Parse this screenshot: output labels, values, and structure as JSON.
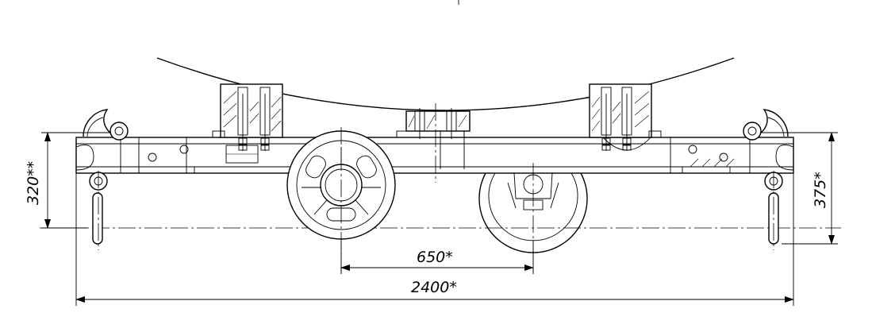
{
  "drawing": {
    "dimensions": {
      "wheel_base": "650*",
      "overall_length": "2400*",
      "left_height": "320**",
      "right_height": "375*"
    },
    "colors": {
      "line": "#000000",
      "background": "#ffffff"
    }
  }
}
